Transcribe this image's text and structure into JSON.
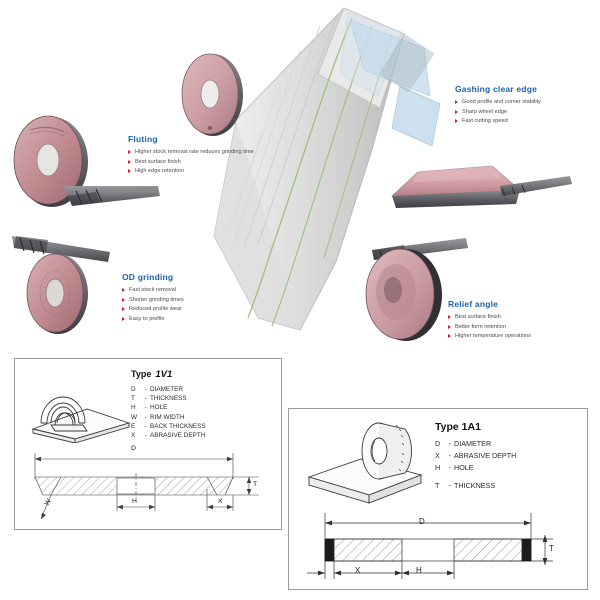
{
  "page": {
    "background": "#ffffff",
    "heading_color": "#1a62ab",
    "bullet_color": "#c9232b",
    "body_text_color": "#4a4a4a",
    "wheel_face_color": "#c79a9e",
    "wheel_rim_color": "#6e6e72",
    "flute_line_color": "#9cbf7a",
    "cut_plane_color": "#bdd7ea"
  },
  "callouts": [
    {
      "id": "fluting",
      "title": "Fluting",
      "bullets": [
        "Higher stock removal rate reduces grinding time",
        "Best surface finish",
        "High edge retention"
      ]
    },
    {
      "id": "gashing",
      "title": "Gashing clear edge",
      "bullets": [
        "Good profile and corner stability",
        "Sharp wheel edge",
        "Fast cutting speed"
      ]
    },
    {
      "id": "od-grinding",
      "title": "OD grinding",
      "bullets": [
        "Fast stock removal",
        "Shorter grinding times",
        "Reduced profile wear",
        "Easy to profile"
      ]
    },
    {
      "id": "relief-angle",
      "title": "Relief angle",
      "bullets": [
        "Best surface finish",
        "Better form retention",
        "Higher temperature operations"
      ]
    }
  ],
  "panels": {
    "type_1v1": {
      "type_word": "Type",
      "type_code": "1V1",
      "legend": [
        {
          "key": "D",
          "dash": "-",
          "label": "DIAMETER"
        },
        {
          "key": "T",
          "dash": "-",
          "label": "THICKNESS"
        },
        {
          "key": "H",
          "dash": "-",
          "label": "HOLE"
        },
        {
          "key": "W",
          "dash": "-",
          "label": "RIM WIDTH"
        },
        {
          "key": "E",
          "dash": "-",
          "label": "BACK THICKNESS"
        },
        {
          "key": "X",
          "dash": "-",
          "label": "ABRASIVE DEPTH"
        }
      ],
      "dimensions": {
        "diameter": "D",
        "thickness": "T",
        "hole": "H",
        "abrasive_depth": "X",
        "rim_width": "W"
      }
    },
    "type_1a1": {
      "type_word": "Type",
      "type_code": "1A1",
      "legend": [
        {
          "key": "D",
          "dash": "-",
          "label": "DIAMETER"
        },
        {
          "key": "X",
          "dash": "-",
          "label": "ABRASIVE DEPTH"
        },
        {
          "key": "H",
          "dash": "-",
          "label": "HOLE"
        },
        {
          "key": "T",
          "dash": "-",
          "label": "THICKNESS",
          "gap_before": true
        }
      ],
      "dimensions": {
        "diameter": "D",
        "thickness": "T",
        "hole": "H",
        "abrasive_depth": "X"
      }
    }
  }
}
